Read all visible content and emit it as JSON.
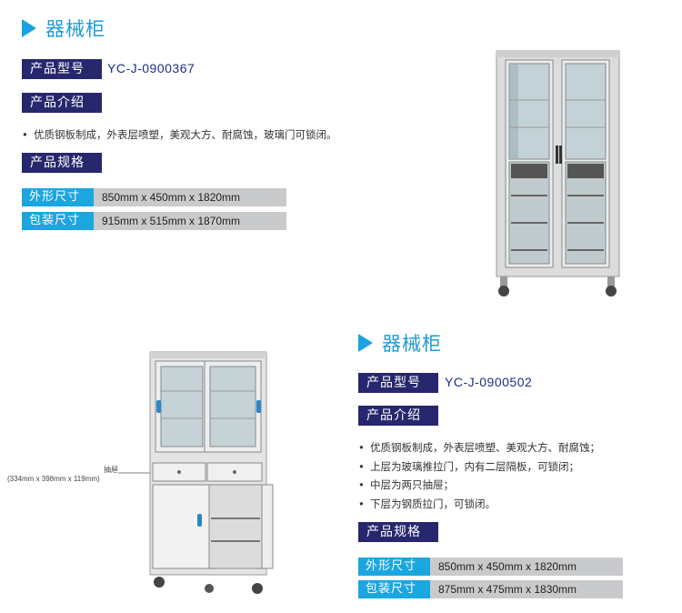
{
  "product1": {
    "title": "器械柜",
    "model_label": "产品型号",
    "model_value": "YC-J-0900367",
    "intro_label": "产品介绍",
    "intro_items": [
      "优质钢板制成，外表层喷塑，美观大方、耐腐蚀，玻璃门可锁闭。"
    ],
    "spec_label": "产品规格",
    "specs": [
      {
        "key": "外形尺寸",
        "value": "850mm x 450mm x 1820mm"
      },
      {
        "key": "包装尺寸",
        "value": "915mm x 515mm x 1870mm"
      }
    ]
  },
  "product2": {
    "title": "器械柜",
    "model_label": "产品型号",
    "model_value": "YC-J-0900502",
    "intro_label": "产品介绍",
    "intro_items": [
      "优质钢板制成，外表层喷塑、美观大方、耐腐蚀；",
      "上层为玻璃推拉门，内有二层隔板，可锁闭；",
      "中层为两只抽屉；",
      "下层为钢质拉门，可锁闭。"
    ],
    "spec_label": "产品规格",
    "specs": [
      {
        "key": "外形尺寸",
        "value": "850mm x 450mm x 1820mm"
      },
      {
        "key": "包装尺寸",
        "value": "875mm x 475mm x 1830mm"
      }
    ],
    "drawer_label": "抽屉",
    "drawer_size": "(334mm x 398mm x 119mm)"
  },
  "bullet_char": "•",
  "colors": {
    "title": "#1f9ad6",
    "label_bg": "#27276e",
    "spec_key_bg": "#1ba6e0",
    "spec_val_bg": "#c9cacc"
  }
}
